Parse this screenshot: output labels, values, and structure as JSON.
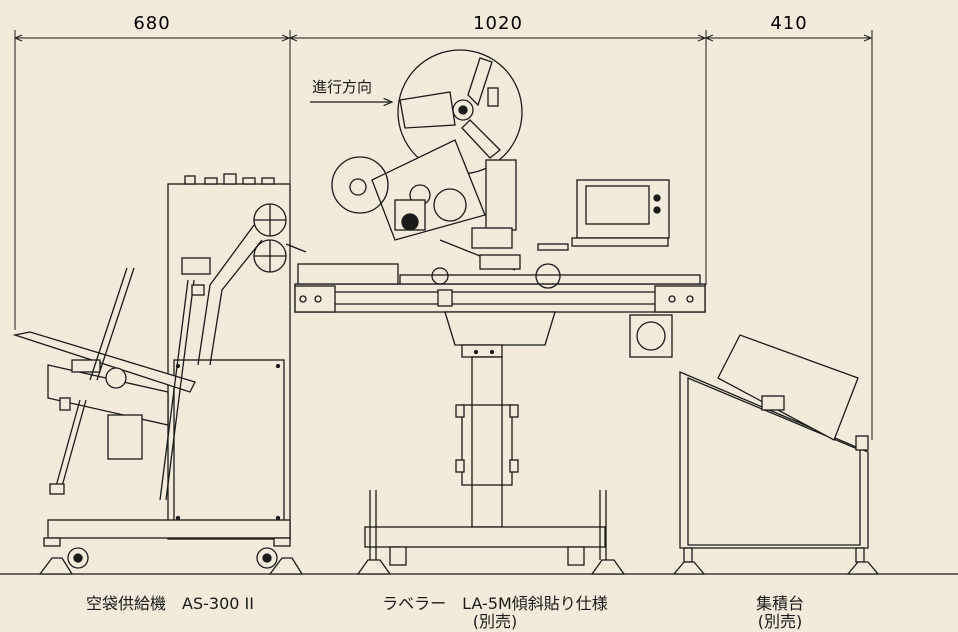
{
  "dimensions": {
    "feeder_width": "680",
    "labeler_width": "1020",
    "stacker_width": "410"
  },
  "direction_label": "進行方向",
  "captions": {
    "feeder": "空袋供給機　AS-300 II",
    "labeler": "ラベラー　LA-5M傾斜貼り仕様",
    "labeler_note": "(別売)",
    "stacker": "集積台",
    "stacker_note": "(別売)"
  },
  "colors": {
    "background": "#f2ebdb",
    "line": "#1a1a1a",
    "fill_light": "#ffffff"
  }
}
